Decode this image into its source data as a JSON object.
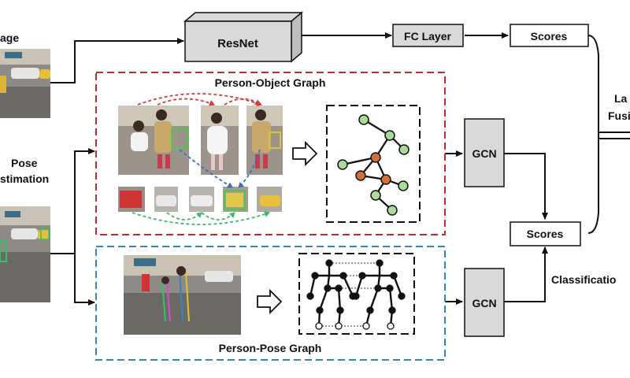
{
  "labels": {
    "image_partial": "age",
    "pose_line1": "Pose",
    "pose_line2": "stimation",
    "resnet": "ResNet",
    "fc_layer": "FC Layer",
    "scores_top": "Scores",
    "scores_bottom": "Scores",
    "late_fusion_line1": "La",
    "late_fusion_line2": "Fusi",
    "gcn_top": "GCN",
    "gcn_bottom": "GCN",
    "classification": "Classificatio",
    "person_object_graph": "Person-Object Graph",
    "person_pose_graph": "Person-Pose Graph"
  },
  "colors": {
    "red_dashed": "#c8272d",
    "blue_dashed": "#2f86c0",
    "gray_box": "#d9d9d9",
    "node_green": "#a9dc9a",
    "node_orange": "#d2703a",
    "arc_red": "#d93a3a",
    "arc_green": "#3dbb6a",
    "arc_blue": "#3a6fc4"
  }
}
